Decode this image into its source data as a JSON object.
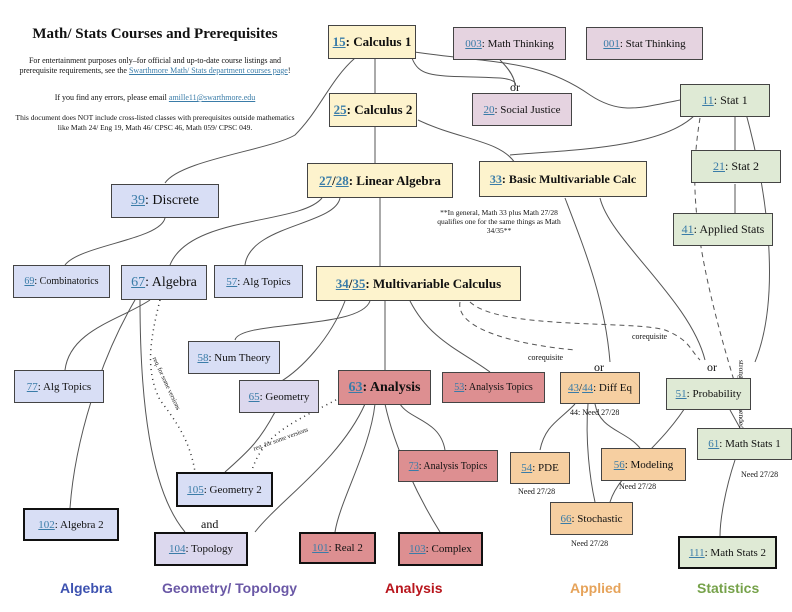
{
  "header": {
    "title": "Math/ Stats Courses and Prerequisites",
    "intro_before_link": "For entertainment purposes only–for official and up-to-date course listings and prerequisite requirements, see the",
    "intro_link": "Swarthmore Math/ Stats department courses page",
    "intro_after_link": "!",
    "errors_before": "If you find any errors, please email",
    "errors_email": "amille11@swarthmore.edu",
    "disclaimer": "This document does NOT include cross-listed classes with prerequisites outside mathematics like Math 24/ Eng 19, Math 46/ CPSC 46, Math 059/ CPSC 049."
  },
  "nodes": {
    "calc1": {
      "num": "15",
      "label": ": Calculus 1"
    },
    "calc2": {
      "num": "25",
      "label": ": Calculus 2"
    },
    "mthink": {
      "num": "003",
      "label": ": Math Thinking"
    },
    "sthink": {
      "num": "001",
      "label": ": Stat Thinking"
    },
    "socjust": {
      "num": "20",
      "label": ": Social Justice"
    },
    "stat1": {
      "num": "11",
      "label": ": Stat 1"
    },
    "stat2": {
      "num": "21",
      "label": ": Stat 2"
    },
    "applied": {
      "num": "41",
      "label": ": Applied Stats"
    },
    "linalg": {
      "num1": "27",
      "sep": "/",
      "num2": "28",
      "label": ": Linear Algebra"
    },
    "bmc": {
      "num": "33",
      "label": ": Basic Multivariable Calc"
    },
    "discrete": {
      "num": "39",
      "label": ": Discrete"
    },
    "combin": {
      "num": "69",
      "label": ": Combinatorics"
    },
    "algebra": {
      "num": "67",
      "label": ": Algebra"
    },
    "algtop57": {
      "num": "57",
      "label": ": Alg Topics"
    },
    "mvc": {
      "num1": "34",
      "sep": "/",
      "num2": "35",
      "label": ": Multivariable Calculus"
    },
    "numth": {
      "num": "58",
      "label": ": Num Theory"
    },
    "algtop77": {
      "num": "77",
      "label": ": Alg Topics"
    },
    "geometry": {
      "num": "65",
      "label": ": Geometry"
    },
    "analysis": {
      "num": "63",
      "label": ": Analysis"
    },
    "anatop53": {
      "num": "53",
      "label": ": Analysis Topics"
    },
    "diffeq": {
      "num1": "43",
      "sep": "/",
      "num2": "44",
      "label": ": Diff Eq"
    },
    "prob": {
      "num": "51",
      "label": ": Probability"
    },
    "mathstats1": {
      "num": "61",
      "label": ": Math Stats 1"
    },
    "geo2": {
      "num": "105",
      "label": ": Geometry 2"
    },
    "anatop73": {
      "num": "73",
      "label": ": Analysis Topics"
    },
    "pde": {
      "num": "54",
      "label": ": PDE"
    },
    "modeling": {
      "num": "56",
      "label": ": Modeling"
    },
    "stochastic": {
      "num": "66",
      "label": ": Stochastic"
    },
    "alg2": {
      "num": "102",
      "label": ": Algebra 2"
    },
    "topology": {
      "num": "104",
      "label": ": Topology"
    },
    "real2": {
      "num": "101",
      "label": ": Real 2"
    },
    "complex": {
      "num": "103",
      "label": ": Complex"
    },
    "mathstats2": {
      "num": "111",
      "label": ": Math Stats 2"
    }
  },
  "notes": {
    "math33": "**In general, Math 33 plus Math 27/28 qualifies one for the same things as Math 34/35**",
    "or_social": "or",
    "or_diffeq": "or",
    "or_prob": "or",
    "and_topology": "and",
    "corequisite_prob": "corequisite",
    "corequisite_diffeq": "corequisite",
    "strongly_recommended": "strongly recommended",
    "req_some_versions_1": "req. for some versions",
    "req_some_versions_2": "req. for some versions",
    "need_44": "44: Need 27/28",
    "need_pde": "Need 27/28",
    "need_modeling": "Need 27/28",
    "need_stochastic": "Need 27/28",
    "need_ms2": "Need 27/28"
  },
  "categories": {
    "algebra": "Algebra",
    "geometry": "Geometry/ Topology",
    "analysis": "Analysis",
    "applied": "Applied",
    "statistics": "Statistics"
  },
  "colors": {
    "algebra": "#3d52b0",
    "geometry": "#6a58a6",
    "analysis": "#b8151c",
    "applied": "#e6a35a",
    "statistics": "#76a24a",
    "link": "#3a7ca8"
  }
}
